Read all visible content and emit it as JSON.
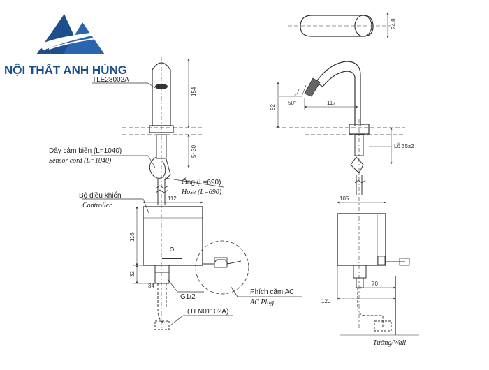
{
  "brand": {
    "name": "NỘI THẤT ANH HÙNG",
    "color": "#1f4f8a",
    "logo_icon": "triangle-mountain-logo"
  },
  "models": {
    "faucet": "TLE28002A",
    "valve": "(TLN01102A)"
  },
  "labels": {
    "sensor_vi": "Dây cảm biến (L=1040)",
    "sensor_en": "Sensor cord (L=1040)",
    "hose_vi": "Ống (L=690)",
    "hose_en": "Hose (L=690)",
    "controller_vi": "Bộ điều khiển",
    "controller_en": "Controller",
    "plug_vi": "Phích cắm AC",
    "plug_en": "AC Plug",
    "thread": "G1/2",
    "wall": "Tường/Wall"
  },
  "dims": {
    "height_154": "154",
    "range_5_30": "5~30",
    "width_112": "112",
    "height_116": "116",
    "height_32": "32",
    "d_34": "34",
    "base_24_8": "24.8",
    "rise_92": "92",
    "reach_117": "117",
    "angle_50": "50°",
    "hole_35": "Lỗ 35±2",
    "width_105": "105",
    "offset_70": "70",
    "offset_120": "120"
  }
}
